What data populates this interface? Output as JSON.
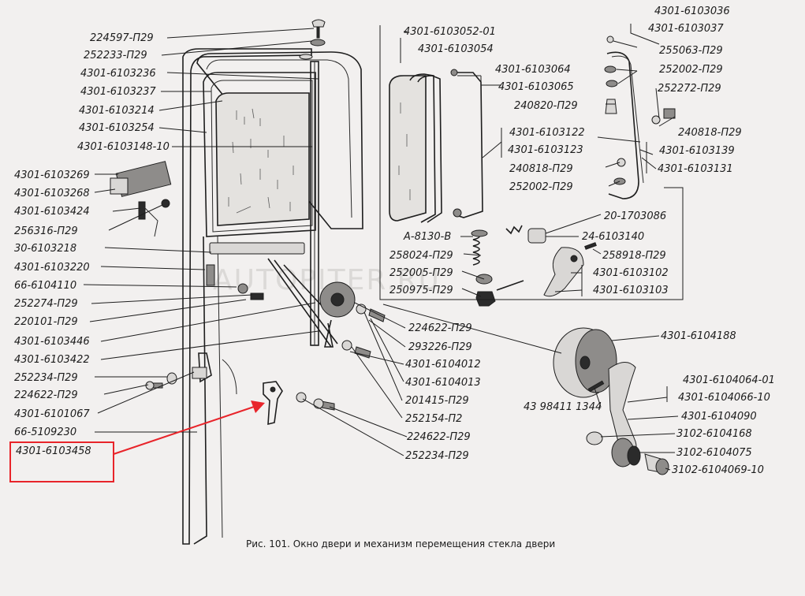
{
  "watermark": "AUTOPITER.RU",
  "caption": "Рис. 101. Окно двери и механизм перемещения стекла двери",
  "highlight_part": "4301-6103458",
  "labels": [
    "224597-П29",
    "252233-П29",
    "4301-6103236",
    "4301-6103237",
    "4301-6103214",
    "4301-6103254",
    "4301-6103148-10",
    "4301-6103269",
    "4301-6103268",
    "4301-6103424",
    "256316-П29",
    "30-6103218",
    "4301-6103220",
    "66-6104110",
    "252274-П29",
    "220101-П29",
    "4301-6103446",
    "4301-6103422",
    "252234-П29",
    "224622-П29",
    "4301-6101067",
    "66-5109230",
    "4301-6103458",
    "4301-6103052-01",
    "4301-6103054",
    "4301-6103064",
    "4301-6103065",
    "240820-П29",
    "4301-6103122",
    "4301-6103123",
    "240818-П29",
    "252002-П29",
    "4301-6103036",
    "4301-6103037",
    "255063-П29",
    "252002-П29",
    "252272-П29",
    "240818-П29",
    "4301-6103139",
    "4301-6103131",
    "20-1703086",
    "А-8130-В",
    "24-6103140",
    "258024-П29",
    "258918-П29",
    "252005-П29",
    "4301-6103102",
    "250975-П29",
    "4301-6103103",
    "224622-П29",
    "293226-П29",
    "4301-6104012",
    "4301-6104013",
    "201415-П29",
    "252154-П2",
    "224622-П29",
    "252234-П29",
    "4301-6104188",
    "4301-6104064-01",
    "4301-6104066-10",
    "43 98411 1344",
    "4301-6104090",
    "3102-6104168",
    "3102-6104075",
    "3102-6104069-10"
  ],
  "colors": {
    "highlight": "#e8242a",
    "ink": "#1e1e1e",
    "paper": "#f2f0ef"
  }
}
